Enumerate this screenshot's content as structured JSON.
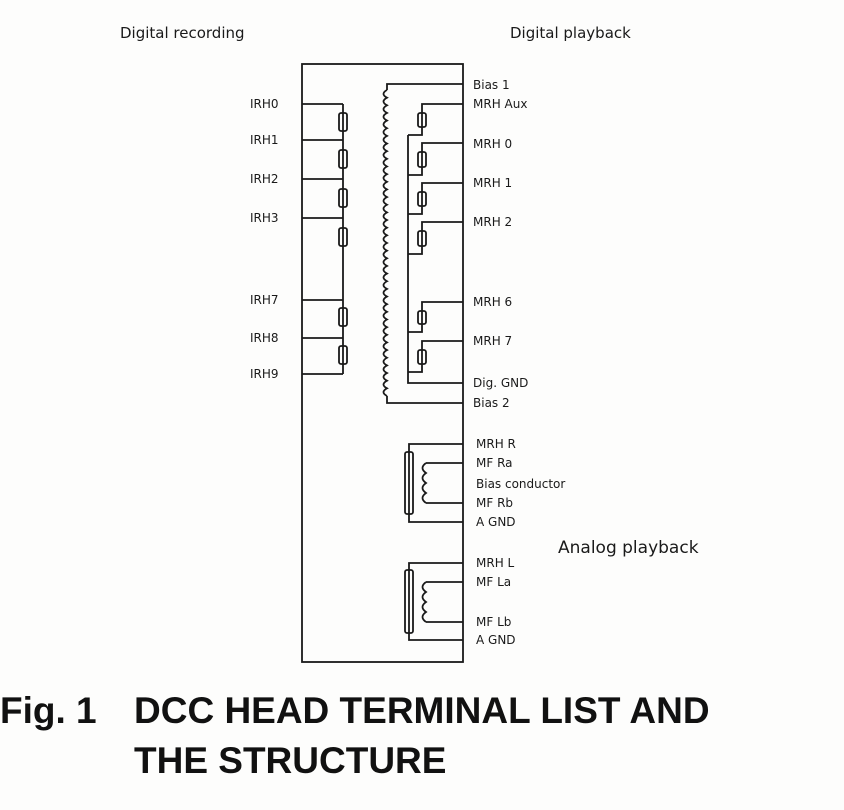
{
  "headers": {
    "digital_recording": "Digital recording",
    "digital_playback": "Digital playback",
    "analog_playback": "Analog playback"
  },
  "recording_terminals": [
    "IRH0",
    "IRH1",
    "IRH2",
    "IRH3",
    "IRH7",
    "IRH8",
    "IRH9"
  ],
  "playback_terminals": [
    "Bias 1",
    "MRH Aux",
    "MRH 0",
    "MRH 1",
    "MRH 2",
    "MRH 6",
    "MRH 7",
    "Dig. GND",
    "Bias 2"
  ],
  "analog_terminals": [
    "MRH R",
    "MF Ra",
    "Bias conductor",
    "MF Rb",
    "A GND",
    "MRH L",
    "MF La",
    "MF Lb",
    "A GND"
  ],
  "caption": {
    "fig": "Fig. 1",
    "line1": "DCC HEAD TERMINAL LIST AND",
    "line2": "THE STRUCTURE"
  }
}
